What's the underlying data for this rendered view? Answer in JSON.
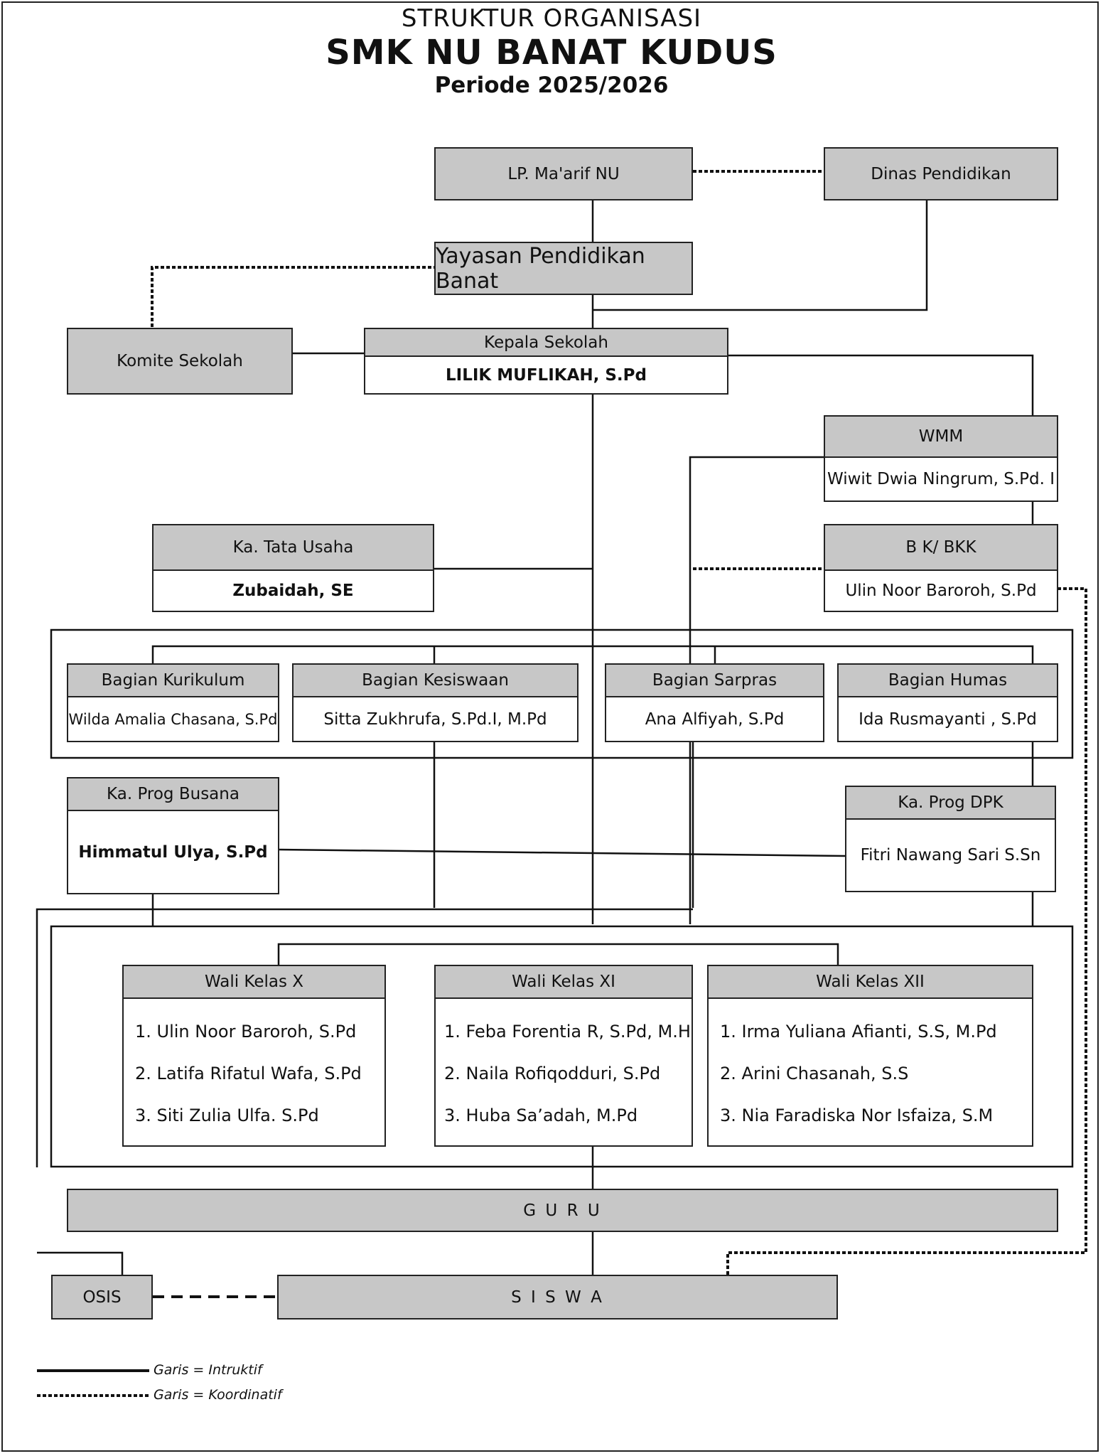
{
  "header": {
    "line1": "STRUKTUR ORGANISASI",
    "line2": "SMK NU BANAT KUDUS",
    "line3": "Periode 2025/2026"
  },
  "nodes": {
    "lp_maarif": "LP. Ma'arif NU",
    "dinas": "Dinas Pendidikan",
    "yayasan": "Yayasan Pendidikan Banat",
    "komite": "Komite Sekolah",
    "kepala": {
      "role": "Kepala Sekolah",
      "name": "LILIK MUFLIKAH, S.Pd"
    },
    "wmm": {
      "role": "WMM",
      "name": "Wiwit Dwia Ningrum, S.Pd. I"
    },
    "bk": {
      "role": "B K/ BKK",
      "name": "Ulin Noor Baroroh, S.Pd"
    },
    "tata_usaha": {
      "role": "Ka. Tata Usaha",
      "name": "Zubaidah, SE"
    },
    "kurikulum": {
      "role": "Bagian Kurikulum",
      "name": "Wilda Amalia Chasana, S.Pd"
    },
    "kesiswaan": {
      "role": "Bagian Kesiswaan",
      "name": "Sitta Zukhrufa, S.Pd.I, M.Pd"
    },
    "sarpras": {
      "role": "Bagian Sarpras",
      "name": "Ana Alfiyah, S.Pd"
    },
    "humas": {
      "role": "Bagian Humas",
      "name": "Ida Rusmayanti  , S.Pd"
    },
    "busana": {
      "role": "Ka. Prog Busana",
      "name": "Himmatul Ulya, S.Pd"
    },
    "dpk": {
      "role": "Ka. Prog DPK",
      "name": "Fitri Nawang Sari S.Sn"
    },
    "wali_x": {
      "role": "Wali Kelas X",
      "members": [
        "1. Ulin Noor Baroroh, S.Pd",
        "2. Latifa Rifatul Wafa, S.Pd",
        "3. Siti Zulia Ulfa. S.Pd"
      ]
    },
    "wali_xi": {
      "role": "Wali Kelas XI",
      "members": [
        "1. Feba Forentia R, S.Pd, M.H",
        "2.  Naila Rofiqodduri, S.Pd",
        "3. Huba Sa’adah, M.Pd"
      ]
    },
    "wali_xii": {
      "role": "Wali Kelas XII",
      "members": [
        "1. Irma Yuliana Afianti, S.S, M.Pd",
        "2. Arini Chasanah, S.S",
        "3. Nia Faradiska Nor Isfaiza, S.M"
      ]
    },
    "guru": "G U R U",
    "osis": "OSIS",
    "siswa": "S I S W A"
  },
  "legend": {
    "solid": "Garis = Intruktif",
    "dotted": "Garis = Koordinatif"
  }
}
